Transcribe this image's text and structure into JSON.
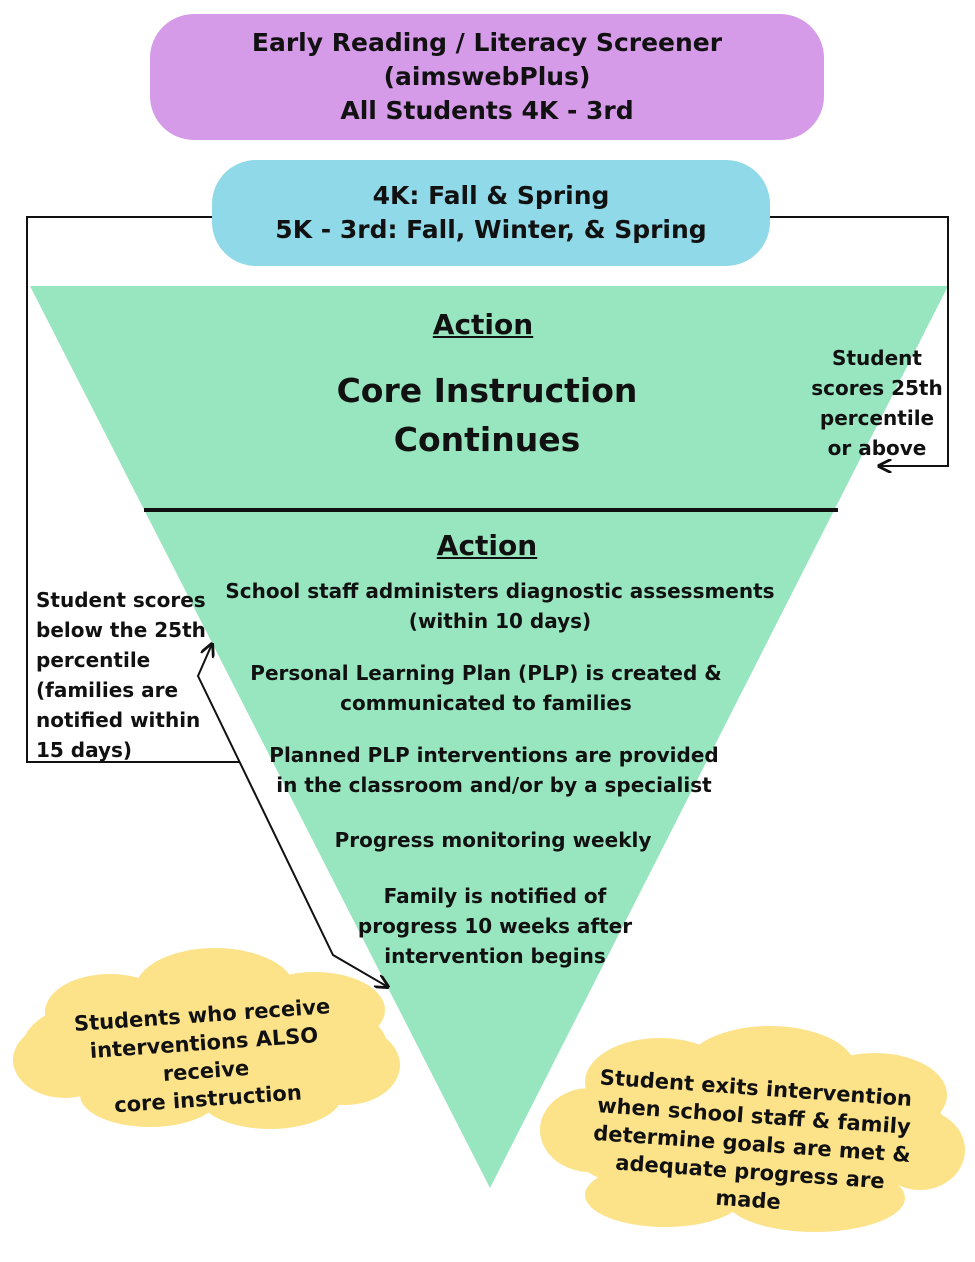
{
  "screener": {
    "line1": "Early Reading / Literacy Screener",
    "line2": "(aimswebPlus)",
    "line3": "All Students 4K - 3rd"
  },
  "schedule": {
    "line1": "4K: Fall & Spring",
    "line2": "5K - 3rd: Fall, Winter, & Spring"
  },
  "upper_section": {
    "heading": "Action",
    "line1": "Core Instruction",
    "line2": "Continues"
  },
  "lower_section": {
    "heading": "Action",
    "steps": [
      {
        "line1": "School staff administers diagnostic assessments",
        "line2": "(within 10 days)"
      },
      {
        "line1": "Personal Learning Plan (PLP) is created &",
        "line2": "communicated to families"
      },
      {
        "line1": "Planned PLP interventions are provided",
        "line2": "in the classroom and/or by a specialist"
      },
      {
        "line1": "Progress monitoring weekly"
      },
      {
        "line1": "Family is notified of",
        "line2": "progress 10 weeks after",
        "line3": "intervention begins"
      }
    ]
  },
  "right_label": {
    "line1": "Student",
    "line2": "scores 25th",
    "line3": "percentile",
    "line4": "or above"
  },
  "left_label": {
    "line1": "Student scores",
    "line2": "below the 25th",
    "line3": "percentile",
    "line4": "(families are",
    "line5": "notified within",
    "line6": "15 days)"
  },
  "cloud_left": {
    "line1": "Students who receive",
    "line2": "interventions ALSO receive",
    "line3": "core instruction"
  },
  "cloud_right": {
    "line1": "Student exits intervention",
    "line2": "when school staff & family",
    "line3": "determine goals are met &",
    "line4": "adequate progress are made"
  },
  "colors": {
    "screener": "#d59ae8",
    "schedule": "#8fd9e8",
    "funnel": "#98e6c0",
    "cloud": "#fce38a"
  }
}
